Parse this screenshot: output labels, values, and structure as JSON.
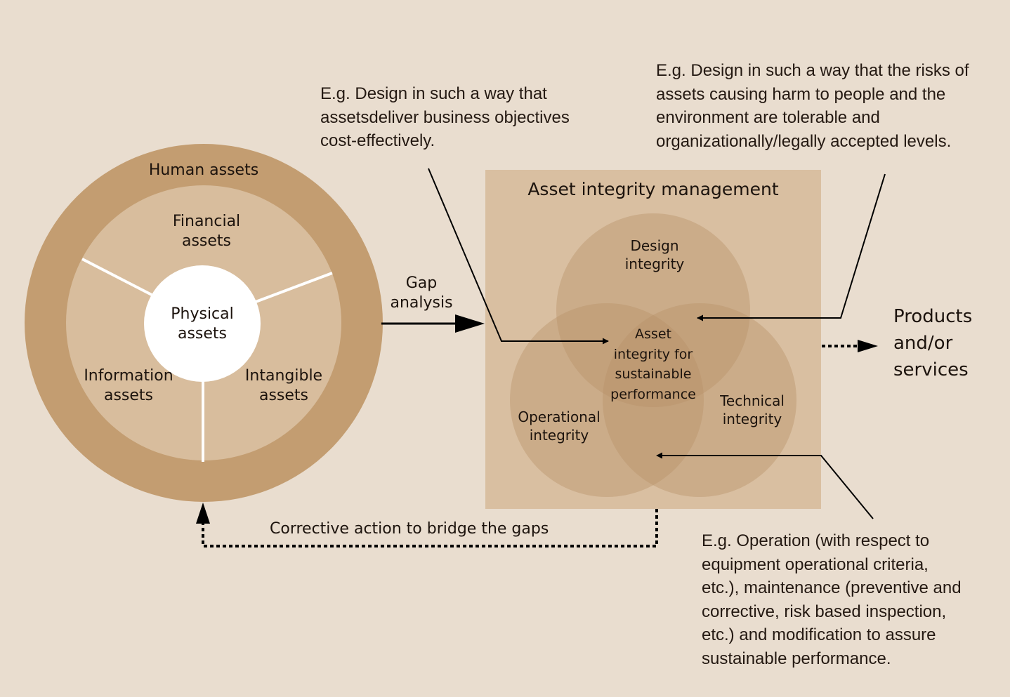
{
  "colors": {
    "background": "#e9ddcf",
    "outer_ring": "#c39d71",
    "inner_disk": "#d8bd9d",
    "center_disk": "#ffffff",
    "aim_box": "#d9bfa1",
    "venn_circle": "#b8916a",
    "ink": "#1c130d"
  },
  "left_diagram": {
    "outer_ring_label": "Human assets",
    "segment_top_label": "Financial\nassets",
    "segment_left_label": "Information\nassets",
    "segment_right_label": "Intangible\nassets",
    "center_label": "Physical\nassets"
  },
  "gap_label": "Gap\nanalysis",
  "aim_box": {
    "title": "Asset integrity management",
    "circles": {
      "design": "Design\nintegrity",
      "operational": "Operational\nintegrity",
      "technical": "Technical\nintegrity",
      "center": "Asset\nintegrity for\nsustainable\nperformance"
    }
  },
  "outputs_label": "Products\nand/or\nservices",
  "corrective_label": "Corrective action to bridge the gaps",
  "notes": {
    "business": "E.g. Design in such a way that\nassetsdeliver business objectives\ncost-effectively.",
    "risk": "E.g. Design in such a way that the risks of\nassets causing harm to people and the\nenvironment are tolerable and\norganizationally/legally accepted levels.",
    "operation": "E.g. Operation (with respect to\nequipment operational criteria,\netc.), maintenance (preventive and\ncorrective, risk based inspection,\netc.) and modification to assure\nsustainable performance."
  },
  "icons": [
    "solid-arrow-icon",
    "dotted-arrow-icon",
    "pointer-arrow-icon"
  ]
}
